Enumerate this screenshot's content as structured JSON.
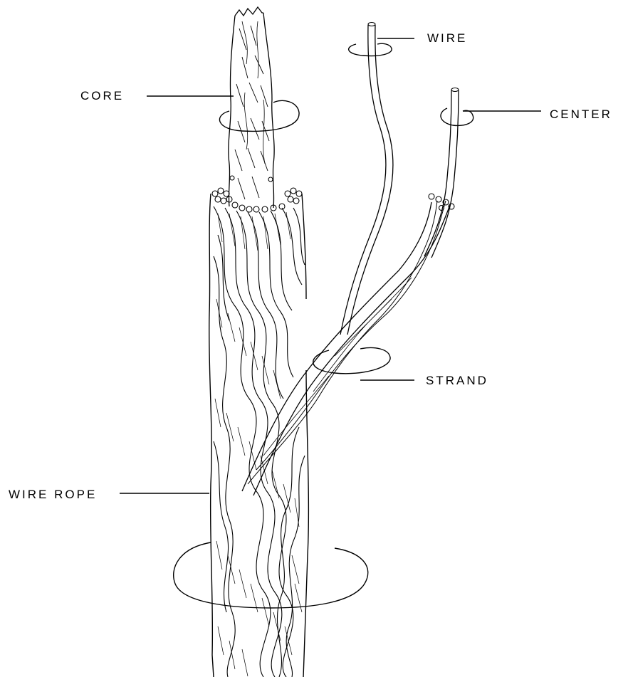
{
  "labels": {
    "wire": "WIRE",
    "core": "CORE",
    "center": "CENTER",
    "strand": "STRAND",
    "wire_rope": "WIRE ROPE"
  },
  "colors": {
    "ink": "#000000",
    "background": "#ffffff"
  }
}
